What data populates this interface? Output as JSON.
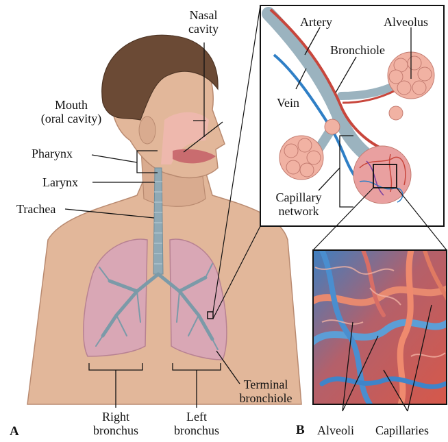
{
  "labels": {
    "nasal_cavity": [
      "Nasal",
      "cavity"
    ],
    "mouth": [
      "Mouth",
      "(oral cavity)"
    ],
    "pharynx": "Pharynx",
    "larynx": "Larynx",
    "trachea": "Trachea",
    "right_bronchus": [
      "Right",
      "bronchus"
    ],
    "left_bronchus": [
      "Left",
      "bronchus"
    ],
    "terminal_bronchiole": [
      "Terminal",
      "bronchiole"
    ],
    "artery": "Artery",
    "alveolus": "Alveolus",
    "bronchiole": "Bronchiole",
    "vein": "Vein",
    "capillary_network": [
      "Capillary",
      "network"
    ],
    "alveoli": "Alveoli",
    "capillaries": "Capillaries"
  },
  "panels": {
    "a": "A",
    "b": "B"
  },
  "colors": {
    "skin": "#e2b79a",
    "skin_shade": "#d4a084",
    "hair": "#6b4a35",
    "lung": "#d9a6b8",
    "airway": "#8fa9b5",
    "artery": "#c8463c",
    "vein": "#2f7fc6",
    "alveolus": "#f1b2a3"
  }
}
